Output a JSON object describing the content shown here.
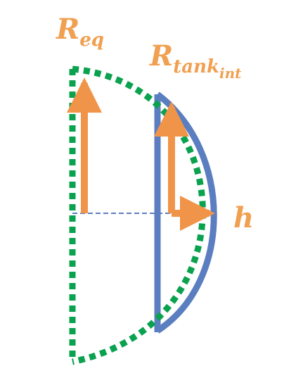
{
  "labels": {
    "r_eq": {
      "main": "R",
      "sub": "eq"
    },
    "r_tank": {
      "main": "R",
      "sub": "tank",
      "subsub": "int"
    },
    "h": {
      "main": "h"
    }
  },
  "colors": {
    "label": "#f0a050",
    "arrow": "#f0944a",
    "dotted_outline": "#0aa14f",
    "tank_outline": "#5b7ec0",
    "center_line": "#5b7ec0"
  }
}
